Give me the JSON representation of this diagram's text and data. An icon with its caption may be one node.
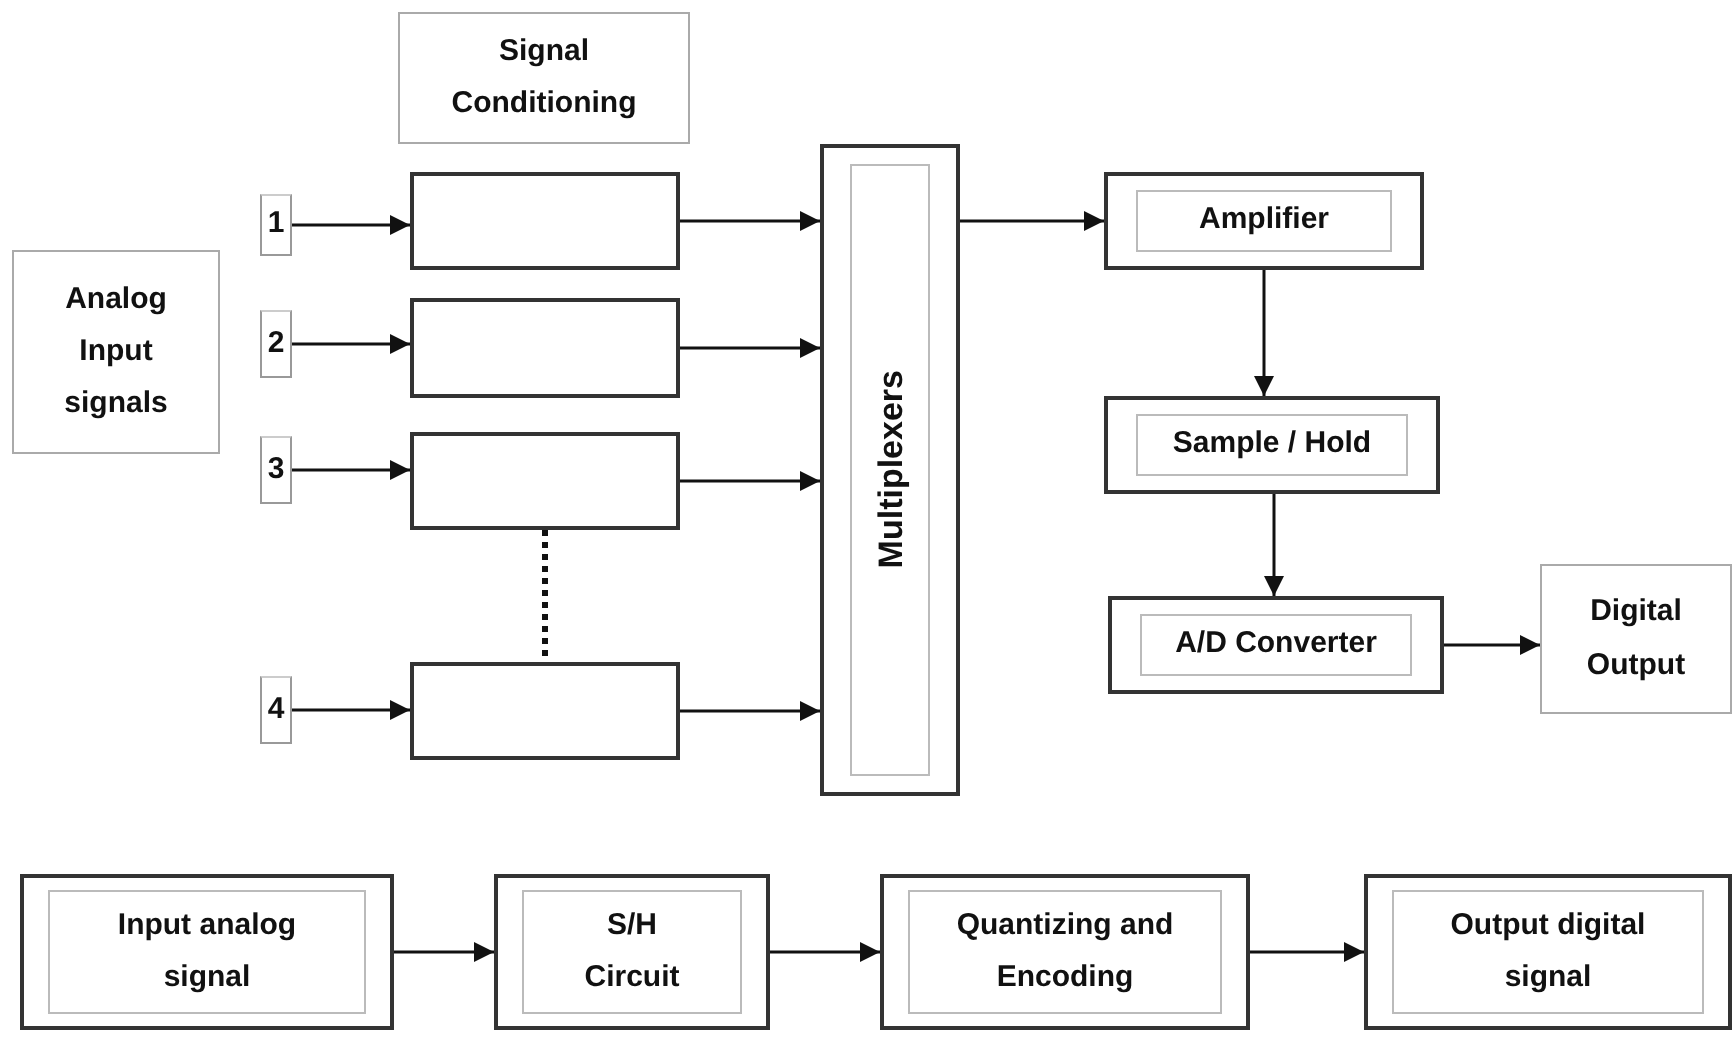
{
  "diagram": {
    "nodes": [
      {
        "text": [
          "Signal Conditioning"
        ]
      },
      {
        "text": [
          "Analog Input signals"
        ]
      },
      {
        "text": [
          "1"
        ]
      },
      {
        "text": [
          "2"
        ]
      },
      {
        "text": [
          "3"
        ]
      },
      {
        "text": [
          "4"
        ]
      },
      {
        "text": [],
        "shape": "box"
      },
      {
        "text": [],
        "shape": "box"
      },
      {
        "text": [],
        "shape": "box"
      },
      {
        "text": [],
        "shape": "box"
      },
      {
        "text": [
          "Multiplexers"
        ]
      },
      {
        "text": [
          "Amplifier"
        ]
      },
      {
        "text": [
          "Sample / Hold"
        ]
      },
      {
        "text": [
          "A/D Converter"
        ]
      },
      {
        "text": [
          "Digital Output"
        ]
      },
      {
        "text": [
          "Input analog signal"
        ]
      },
      {
        "text": [
          "S/H Circuit"
        ]
      },
      {
        "text": [
          "Quantizing and Encoding"
        ]
      },
      {
        "text": [
          "Output digital signal"
        ]
      }
    ],
    "edges": [
      {
        "from": 2,
        "to": 6,
        "arrow": "to"
      },
      {
        "from": 3,
        "to": 7,
        "arrow": "to"
      },
      {
        "from": 4,
        "to": 8,
        "arrow": "to"
      },
      {
        "from": 5,
        "to": 9,
        "arrow": "to"
      },
      {
        "from": 8,
        "to": 9,
        "arrow": "none",
        "style": "dashed"
      },
      {
        "from": 6,
        "to": 10,
        "arrow": "to"
      },
      {
        "from": 7,
        "to": 10,
        "arrow": "to"
      },
      {
        "from": 8,
        "to": 10,
        "arrow": "to"
      },
      {
        "from": 9,
        "to": 10,
        "arrow": "to"
      },
      {
        "from": 10,
        "to": 11,
        "arrow": "to"
      },
      {
        "from": 11,
        "to": 12,
        "arrow": "to"
      },
      {
        "from": 12,
        "to": 13,
        "arrow": "to"
      },
      {
        "from": 13,
        "to": 14,
        "arrow": "to"
      },
      {
        "from": 15,
        "to": 16,
        "arrow": "to"
      },
      {
        "from": 16,
        "to": 17,
        "arrow": "to"
      },
      {
        "from": 17,
        "to": 18,
        "arrow": "to"
      }
    ]
  }
}
